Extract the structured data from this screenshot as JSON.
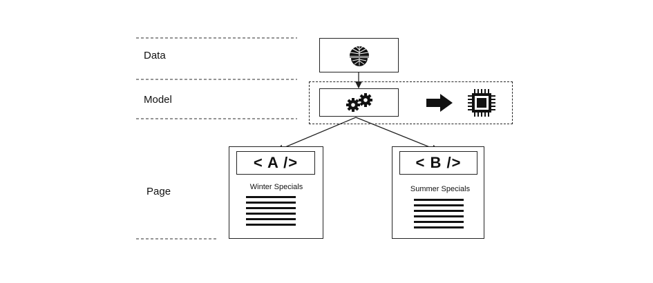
{
  "layers": {
    "data_label": "Data",
    "model_label": "Model",
    "page_label": "Page"
  },
  "pages": {
    "a": {
      "tag": "< A />",
      "title": "Winter Specials"
    },
    "b": {
      "tag": "< B />",
      "title": "Summer Specials"
    }
  },
  "icons": {
    "data": "tree-with-roots-icon",
    "model": "gears-icon",
    "arrow": "right-arrow-icon",
    "chip": "microchip-icon"
  }
}
